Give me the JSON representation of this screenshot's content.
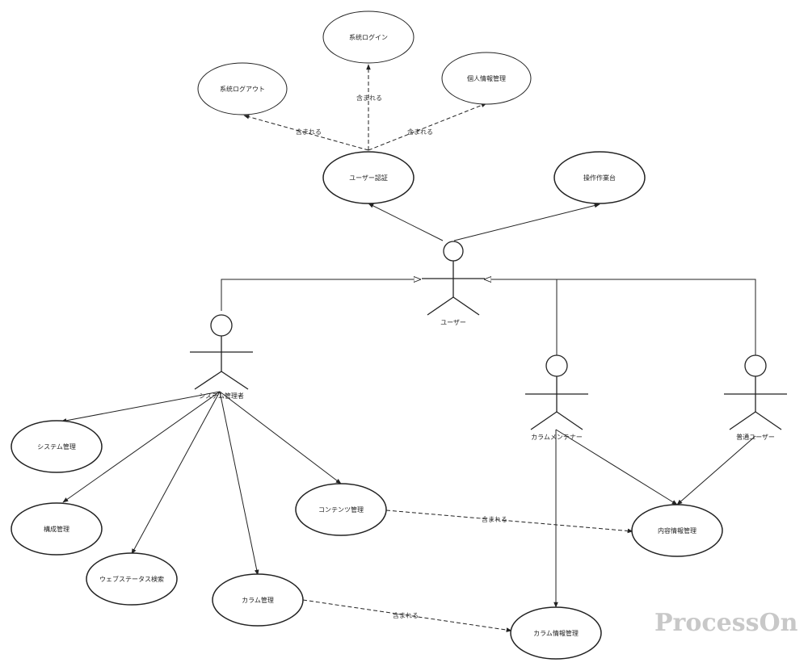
{
  "diagram": {
    "use_cases": {
      "login": "系统ログイン",
      "logout": "系统ログアウト",
      "personal": "個人情報管理",
      "auth": "ユーザー認証",
      "console": "操作作業台",
      "system": "システム管理",
      "config": "構成管理",
      "web_status": "ウェブステータス検索",
      "column": "カラム管理",
      "content": "コンテンツ管理",
      "content_info": "内容情報管理",
      "column_info": "カラム情報管理"
    },
    "actors": {
      "user": "ユーザー",
      "admin": "システム管理者",
      "maintainer": "カラムメンテナー",
      "ordinary": "普通ユーザー"
    },
    "edge_labels": {
      "include": "含まれる"
    },
    "watermark": "ProcessOn",
    "colors": {
      "stroke": "#222222",
      "watermark": "#c8c8c8"
    }
  }
}
